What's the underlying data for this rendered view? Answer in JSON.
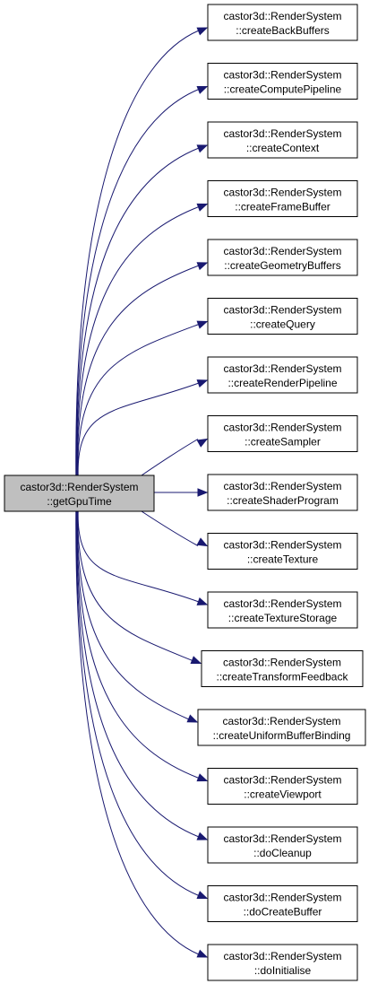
{
  "colors": {
    "edge": "#191970",
    "root_fill": "#bfbfbf",
    "node_fill": "#ffffff",
    "border": "#000000"
  },
  "root": {
    "line1": "castor3d::RenderSystem",
    "line2": "::getGpuTime"
  },
  "callees": [
    {
      "line1": "castor3d::RenderSystem",
      "line2": "::createBackBuffers"
    },
    {
      "line1": "castor3d::RenderSystem",
      "line2": "::createComputePipeline"
    },
    {
      "line1": "castor3d::RenderSystem",
      "line2": "::createContext"
    },
    {
      "line1": "castor3d::RenderSystem",
      "line2": "::createFrameBuffer"
    },
    {
      "line1": "castor3d::RenderSystem",
      "line2": "::createGeometryBuffers"
    },
    {
      "line1": "castor3d::RenderSystem",
      "line2": "::createQuery"
    },
    {
      "line1": "castor3d::RenderSystem",
      "line2": "::createRenderPipeline"
    },
    {
      "line1": "castor3d::RenderSystem",
      "line2": "::createSampler"
    },
    {
      "line1": "castor3d::RenderSystem",
      "line2": "::createShaderProgram"
    },
    {
      "line1": "castor3d::RenderSystem",
      "line2": "::createTexture"
    },
    {
      "line1": "castor3d::RenderSystem",
      "line2": "::createTextureStorage"
    },
    {
      "line1": "castor3d::RenderSystem",
      "line2": "::createTransformFeedback"
    },
    {
      "line1": "castor3d::RenderSystem",
      "line2": "::createUniformBufferBinding"
    },
    {
      "line1": "castor3d::RenderSystem",
      "line2": "::createViewport"
    },
    {
      "line1": "castor3d::RenderSystem",
      "line2": "::doCleanup"
    },
    {
      "line1": "castor3d::RenderSystem",
      "line2": "::doCreateBuffer"
    },
    {
      "line1": "castor3d::RenderSystem",
      "line2": "::doInitialise"
    }
  ]
}
